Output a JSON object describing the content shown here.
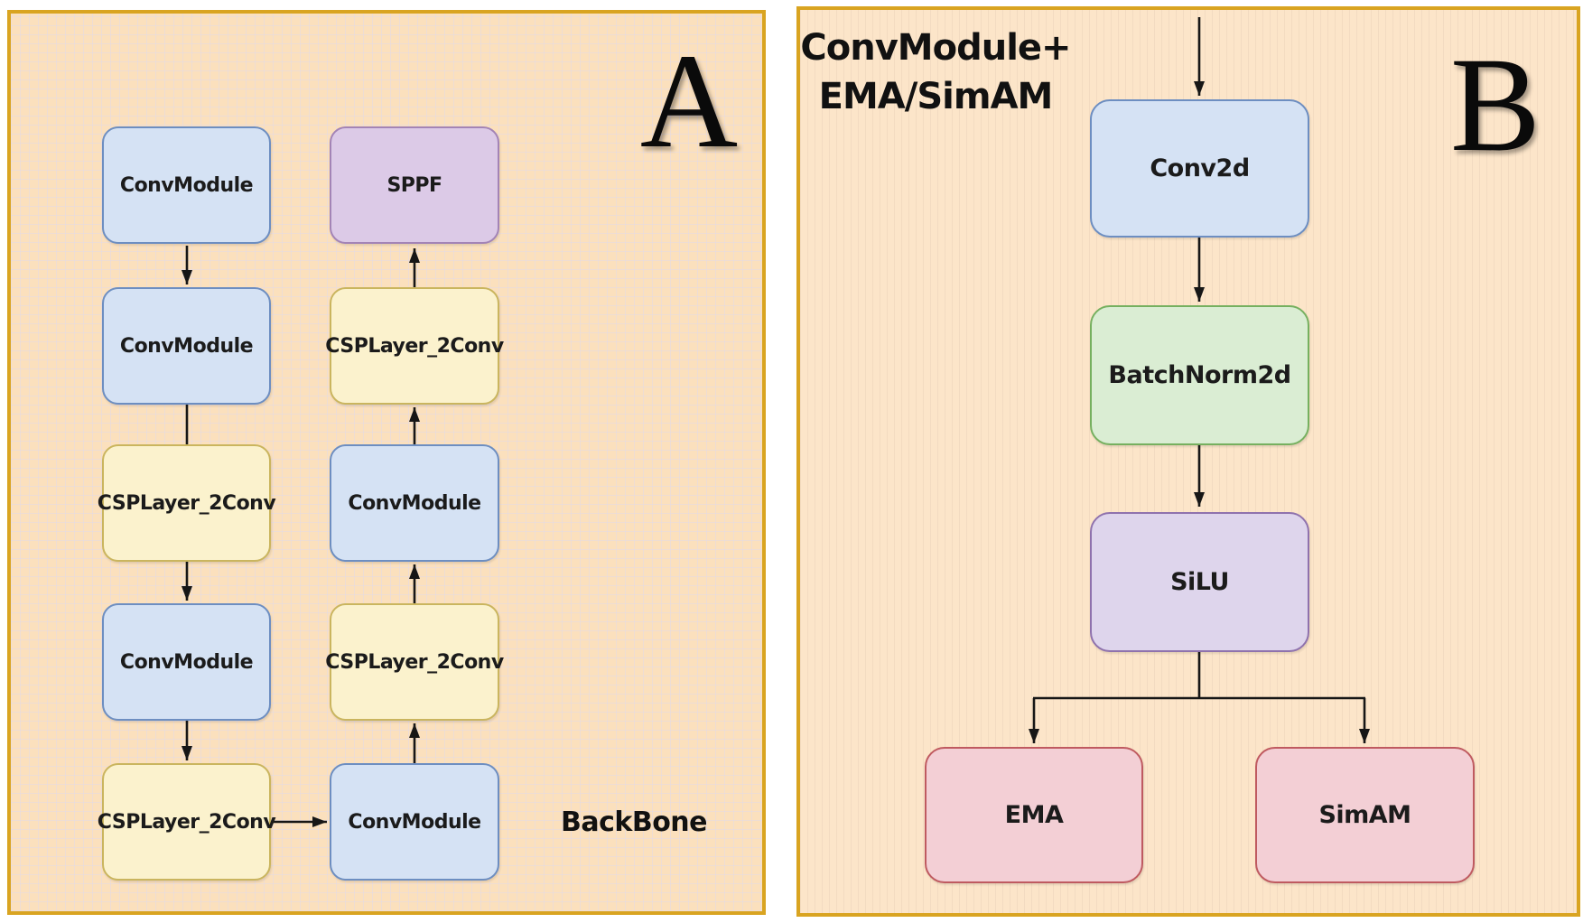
{
  "panel_a": {
    "letter": "A",
    "caption": "BackBone",
    "left_column": [
      "ConvModule",
      "ConvModule",
      "CSPLayer_2Conv",
      "ConvModule",
      "CSPLayer_2Conv"
    ],
    "right_column_top_to_bottom": [
      "SPPF",
      "CSPLayer_2Conv",
      "ConvModule",
      "CSPLayer_2Conv",
      "ConvModule"
    ]
  },
  "panel_b": {
    "letter": "B",
    "header_line1": "ConvModule+",
    "header_line2": "EMA/SimAM",
    "nodes": [
      "Conv2d",
      "BatchNorm2d",
      "SiLU",
      "EMA",
      "SimAM"
    ]
  },
  "palette": {
    "panel_border": "#d9a421",
    "panel_a_background": "#fbe0bd",
    "panel_b_background": "#fce5c9",
    "blue_fill": "#d5e2f4",
    "blue_border": "#6d8ec1",
    "yellow_fill": "#fbf2cd",
    "yellow_border": "#cab55e",
    "purple_fill": "#dccae7",
    "purple_border": "#a384b6",
    "green_fill": "#daedd3",
    "green_border": "#76b05f",
    "violet_fill": "#ded5ec",
    "violet_border": "#8f72ad",
    "pink_fill": "#f3cfd5",
    "pink_border": "#bf5a60",
    "arrow": "#161616"
  }
}
